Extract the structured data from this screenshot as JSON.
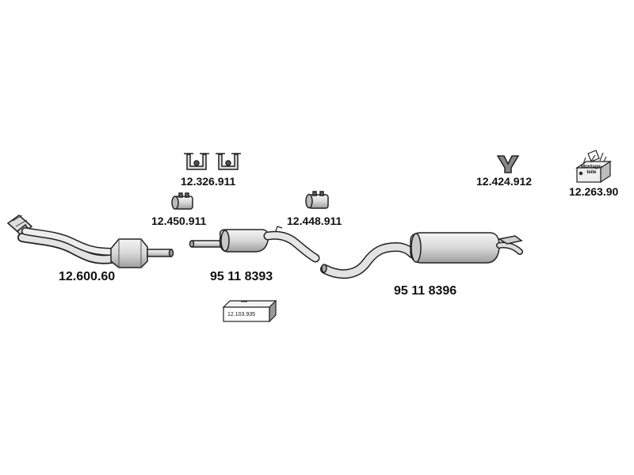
{
  "parts": {
    "clamps_top": "12.326.911",
    "clamp_left": "12.450.911",
    "clamp_mid": "12.448.911",
    "hanger_y": "12.424.912",
    "mounting_kit": "12.263.90",
    "mounting_kit_tag": [
      "Montage-",
      "teile"
    ],
    "front_pipe_cat": "12.600.60",
    "middle_silencer": "95 11 8393",
    "rear_silencer": "95 11 8396",
    "small_box": "12.103.935"
  },
  "colors": {
    "line": "#222222",
    "fill": "#e6e6e6",
    "shade": "#b5b5b5"
  }
}
